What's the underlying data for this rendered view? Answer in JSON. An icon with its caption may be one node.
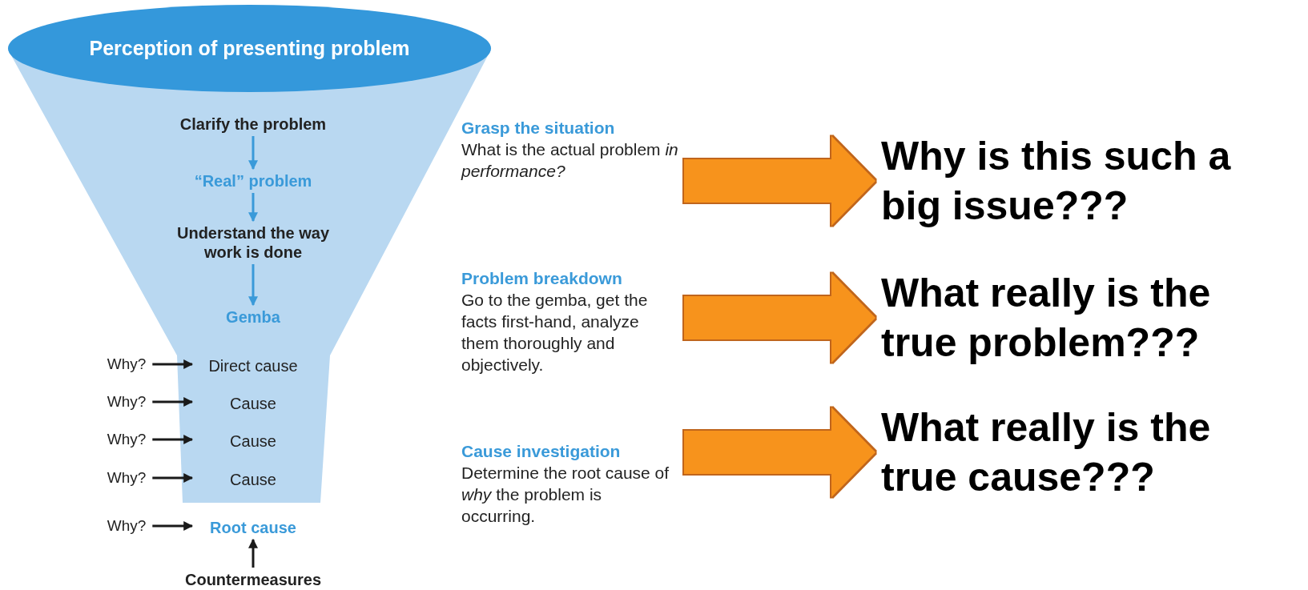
{
  "diagram": {
    "nodes": [
      {
        "text": [
          "Perception of presenting problem"
        ]
      },
      {
        "text": [
          "Clarify the problem"
        ]
      },
      {
        "text": [
          "“Real” problem"
        ]
      },
      {
        "text": [
          "Understand the way work is done"
        ]
      },
      {
        "text": [
          "Gemba"
        ]
      },
      {
        "text": [
          "Why?"
        ]
      },
      {
        "text": [
          "Direct cause"
        ]
      },
      {
        "text": [
          "Why?"
        ]
      },
      {
        "text": [
          "Cause"
        ]
      },
      {
        "text": [
          "Why?"
        ]
      },
      {
        "text": [
          "Cause"
        ]
      },
      {
        "text": [
          "Why?"
        ]
      },
      {
        "text": [
          "Cause"
        ]
      },
      {
        "text": [
          "Why?"
        ]
      },
      {
        "text": [
          "Root cause"
        ]
      },
      {
        "text": [
          "Countermeasures"
        ]
      },
      {
        "text": [
          "Grasp the situation",
          "What is the actual problem *in performance?*"
        ]
      },
      {
        "text": [
          "Why is this such a big issue???"
        ]
      },
      {
        "text": [
          "Problem breakdown",
          "Go to the gemba, get the facts first-hand, analyze them thoroughly and objectively."
        ]
      },
      {
        "text": [
          "What really is the true problem???"
        ]
      },
      {
        "text": [
          "Cause investigation",
          "Determine the root cause of *why* the problem is occurring."
        ]
      },
      {
        "text": [
          "What really is the true cause???"
        ]
      }
    ],
    "edges": [
      {
        "from": 1,
        "to": 2,
        "arrow": "to",
        "color": "#3a9ad9"
      },
      {
        "from": 2,
        "to": 3,
        "arrow": "to",
        "color": "#3a9ad9"
      },
      {
        "from": 3,
        "to": 4,
        "arrow": "to",
        "color": "#3a9ad9"
      },
      {
        "from": 5,
        "to": 6,
        "arrow": "to"
      },
      {
        "from": 7,
        "to": 8,
        "arrow": "to"
      },
      {
        "from": 9,
        "to": 10,
        "arrow": "to"
      },
      {
        "from": 11,
        "to": 12,
        "arrow": "to"
      },
      {
        "from": 13,
        "to": 14,
        "arrow": "to"
      },
      {
        "from": 15,
        "to": 14,
        "arrow": "to"
      },
      {
        "from": 16,
        "to": 17,
        "arrow": "to",
        "style": "thick",
        "color": "#f7931e"
      },
      {
        "from": 18,
        "to": 19,
        "arrow": "to",
        "style": "thick",
        "color": "#f7931e"
      },
      {
        "from": 20,
        "to": 21,
        "arrow": "to",
        "style": "thick",
        "color": "#f7931e"
      }
    ]
  }
}
